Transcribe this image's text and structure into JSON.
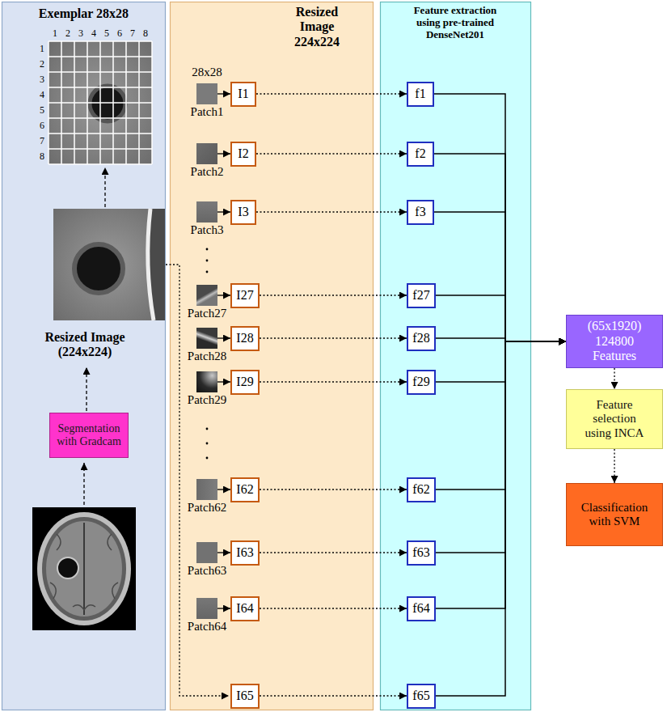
{
  "diagram": {
    "nodes": [
      {
        "text": [
          "Exemplar 28x28",
          "Resized Image (224x224)"
        ]
      },
      {
        "text": [
          "Segmentation with Gradcam"
        ],
        "in": 0
      },
      {
        "text": [
          "Resized Image 224x224"
        ]
      },
      {
        "text": [
          "Patch1"
        ],
        "in": 2
      },
      {
        "text": [
          "Patch2"
        ],
        "in": 2
      },
      {
        "text": [
          "Patch3"
        ],
        "in": 2
      },
      {
        "text": [
          "Patch27"
        ],
        "in": 2
      },
      {
        "text": [
          "Patch28"
        ],
        "in": 2
      },
      {
        "text": [
          "Patch29"
        ],
        "in": 2
      },
      {
        "text": [
          "Patch62"
        ],
        "in": 2
      },
      {
        "text": [
          "Patch63"
        ],
        "in": 2
      },
      {
        "text": [
          "Patch64"
        ],
        "in": 2
      },
      {
        "text": [
          "I1"
        ],
        "in": 2
      },
      {
        "text": [
          "I2"
        ],
        "in": 2
      },
      {
        "text": [
          "I3"
        ],
        "in": 2
      },
      {
        "text": [
          "I27"
        ],
        "in": 2
      },
      {
        "text": [
          "I28"
        ],
        "in": 2
      },
      {
        "text": [
          "I29"
        ],
        "in": 2
      },
      {
        "text": [
          "I62"
        ],
        "in": 2
      },
      {
        "text": [
          "I63"
        ],
        "in": 2
      },
      {
        "text": [
          "I64"
        ],
        "in": 2
      },
      {
        "text": [
          "I65"
        ],
        "in": 2
      },
      {
        "text": [
          "Feature extraction using pre-trained DenseNet201"
        ]
      },
      {
        "text": [
          "f1"
        ],
        "in": 22
      },
      {
        "text": [
          "f2"
        ],
        "in": 22
      },
      {
        "text": [
          "f3"
        ],
        "in": 22
      },
      {
        "text": [
          "f27"
        ],
        "in": 22
      },
      {
        "text": [
          "f28"
        ],
        "in": 22
      },
      {
        "text": [
          "f29"
        ],
        "in": 22
      },
      {
        "text": [
          "f62"
        ],
        "in": 22
      },
      {
        "text": [
          "f63"
        ],
        "in": 22
      },
      {
        "text": [
          "f64"
        ],
        "in": 22
      },
      {
        "text": [
          "f65"
        ],
        "in": 22
      },
      {
        "text": [
          "(65x1920) 124800 Features"
        ]
      },
      {
        "text": [
          "Feature selection using INCA"
        ]
      },
      {
        "text": [
          "Classification with SVM"
        ]
      }
    ],
    "edges": [
      {
        "from": 3,
        "to": 12,
        "arrow": "to"
      },
      {
        "from": 4,
        "to": 13,
        "arrow": "to"
      },
      {
        "from": 5,
        "to": 14,
        "arrow": "to"
      },
      {
        "from": 6,
        "to": 15,
        "arrow": "to"
      },
      {
        "from": 7,
        "to": 16,
        "arrow": "to"
      },
      {
        "from": 8,
        "to": 17,
        "arrow": "to"
      },
      {
        "from": 9,
        "to": 18,
        "arrow": "to"
      },
      {
        "from": 10,
        "to": 19,
        "arrow": "to"
      },
      {
        "from": 11,
        "to": 20,
        "arrow": "to"
      },
      {
        "from": 12,
        "to": 23,
        "arrow": "to"
      },
      {
        "from": 13,
        "to": 24,
        "arrow": "to"
      },
      {
        "from": 14,
        "to": 25,
        "arrow": "to"
      },
      {
        "from": 15,
        "to": 26,
        "arrow": "to"
      },
      {
        "from": 16,
        "to": 27,
        "arrow": "to"
      },
      {
        "from": 17,
        "to": 28,
        "arrow": "to"
      },
      {
        "from": 18,
        "to": 29,
        "arrow": "to"
      },
      {
        "from": 19,
        "to": 30,
        "arrow": "to"
      },
      {
        "from": 20,
        "to": 31,
        "arrow": "to"
      },
      {
        "from": 21,
        "to": 32,
        "arrow": "to"
      },
      {
        "from": 23,
        "to": 33,
        "arrow": "to"
      },
      {
        "from": 24,
        "to": 33,
        "arrow": "to"
      },
      {
        "from": 25,
        "to": 33,
        "arrow": "to"
      },
      {
        "from": 26,
        "to": 33,
        "arrow": "to"
      },
      {
        "from": 27,
        "to": 33,
        "arrow": "to"
      },
      {
        "from": 28,
        "to": 33,
        "arrow": "to"
      },
      {
        "from": 29,
        "to": 33,
        "arrow": "to"
      },
      {
        "from": 30,
        "to": 33,
        "arrow": "to"
      },
      {
        "from": 31,
        "to": 33,
        "arrow": "to"
      },
      {
        "from": 32,
        "to": 33,
        "arrow": "to"
      },
      {
        "from": 33,
        "to": 34,
        "arrow": "to"
      },
      {
        "from": 34,
        "to": 35,
        "arrow": "to"
      }
    ],
    "labels": [
      "1",
      "2",
      "3",
      "4",
      "5",
      "6",
      "7",
      "8",
      "1",
      "2",
      "3",
      "4",
      "5",
      "6",
      "7",
      "8",
      "28x28"
    ]
  }
}
